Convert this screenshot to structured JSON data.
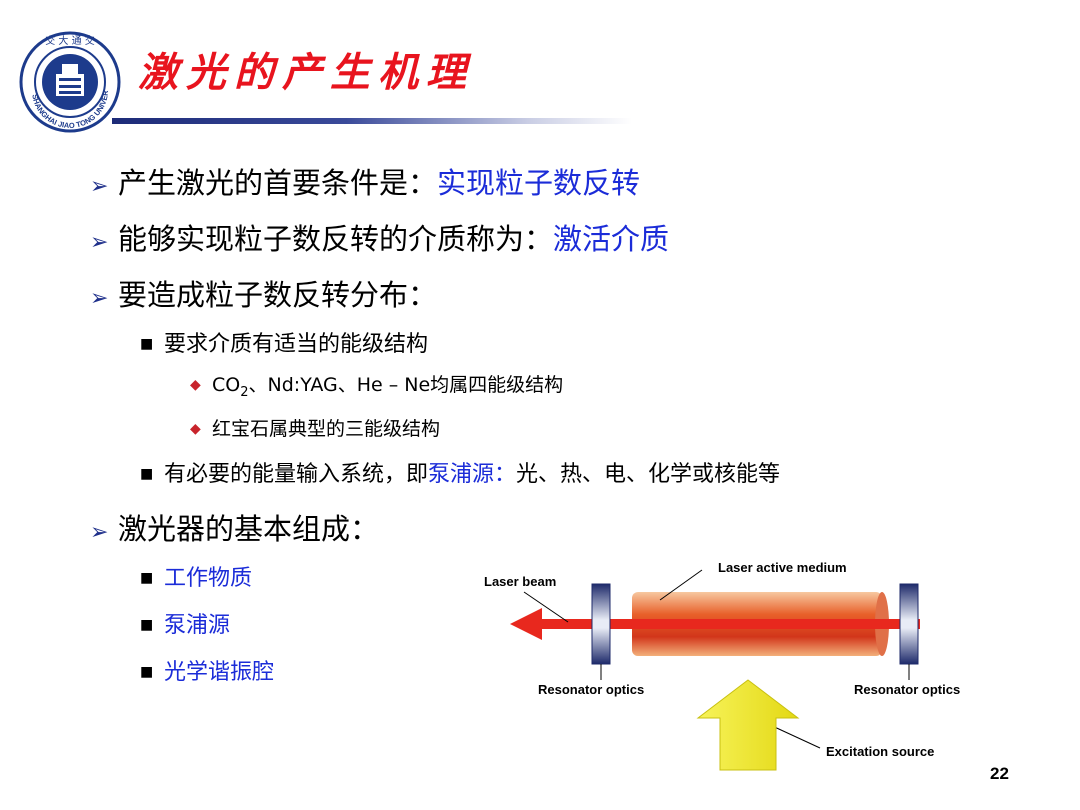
{
  "header": {
    "title": "激光的产生机理",
    "logo": {
      "icon": "sjtu-seal-icon",
      "ring_text": "SHANGHAI JIAO TONG UNIVERSITY",
      "top_text": "交 大 通 交"
    }
  },
  "bullets": [
    {
      "prefix": "产生激光的首要条件是：",
      "highlight": "实现粒子数反转"
    },
    {
      "prefix": "能够实现粒子数反转的介质称为：",
      "highlight": "激活介质"
    },
    {
      "prefix": "要造成粒子数反转分布："
    },
    {
      "prefix": "要求介质有适当的能级结构"
    },
    {
      "co": "CO",
      "co_sub": "2",
      "rest": "、Nd:YAG、He – Ne均属四能级结构"
    },
    {
      "prefix": "红宝石属典型的三能级结构"
    },
    {
      "prefix": "有必要的能量输入系统，即",
      "highlight": "泵浦源：",
      "suffix": "光、热、电、化学或核能等"
    },
    {
      "prefix": "激光器的基本组成："
    },
    {
      "highlight": "工作物质"
    },
    {
      "highlight": "泵浦源"
    },
    {
      "highlight": "光学谐振腔"
    }
  ],
  "figure": {
    "labels": {
      "laser_beam": "Laser beam",
      "active_medium": "Laser active medium",
      "resonator_left": "Resonator optics",
      "resonator_right": "Resonator optics",
      "excitation": "Excitation source"
    },
    "colors": {
      "beam": "#e8281e",
      "rod": "#e8502a",
      "arrow": "#f2ee1e"
    }
  },
  "page_number": "22",
  "colors": {
    "title": "#e8141e",
    "highlight": "#1b2cd8",
    "bullet_l1": "#1e2f8a",
    "bullet_l3": "#c8242c"
  }
}
